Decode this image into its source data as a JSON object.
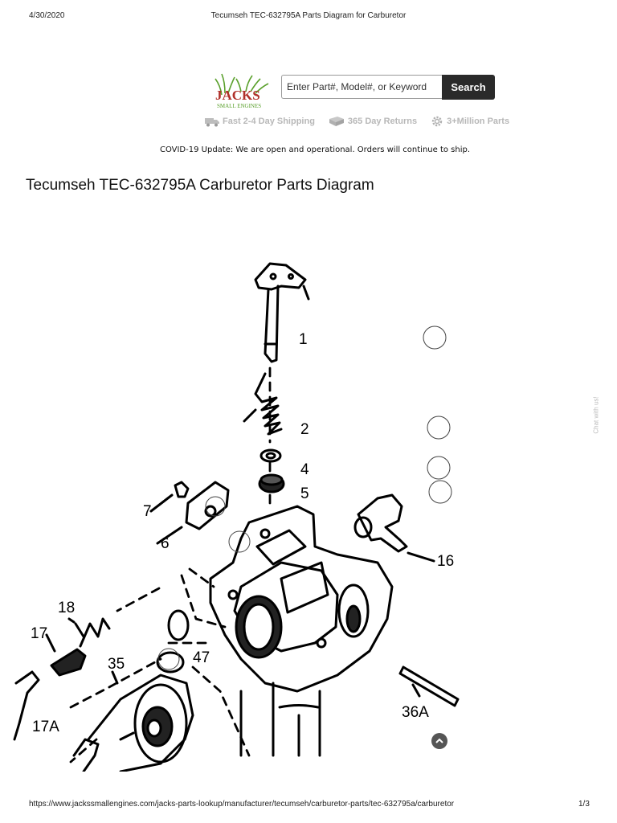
{
  "print_header": {
    "date": "4/30/2020",
    "title": "Tecumseh TEC-632795A Parts Diagram for Carburetor"
  },
  "logo": {
    "name": "jacks-small-engines-logo",
    "text_main": "JACKS",
    "text_sub": "SMALL ENGINES"
  },
  "search": {
    "placeholder": "Enter Part#, Model#, or Keyword",
    "value": "",
    "button_label": "Search"
  },
  "features": [
    {
      "icon": "truck-icon",
      "label": "Fast 2-4 Day Shipping"
    },
    {
      "icon": "returns-icon",
      "label": "365 Day Returns"
    },
    {
      "icon": "gear-icon",
      "label": "3+Million Parts"
    }
  ],
  "colors": {
    "feature_text": "#b8b8b8",
    "logo_green": "#5aa02c",
    "logo_red": "#b0302a",
    "button": "#2a2a2a"
  },
  "covid_notice": "COVID-19 Update: We are open and operational. Orders will continue to ship.",
  "page_heading": "Tecumseh TEC-632795A Carburetor Parts Diagram",
  "diagram": {
    "callouts": [
      "1",
      "2",
      "4",
      "5",
      "7",
      "6",
      "16",
      "18",
      "17",
      "35",
      "47",
      "17A",
      "36A"
    ]
  },
  "chat_tab": "Chat with us!",
  "scroll_top_icon": "chevron-up-icon",
  "print_footer": {
    "url": "https://www.jackssmallengines.com/jacks-parts-lookup/manufacturer/tecumseh/carburetor-parts/tec-632795a/carburetor",
    "page": "1/3"
  }
}
